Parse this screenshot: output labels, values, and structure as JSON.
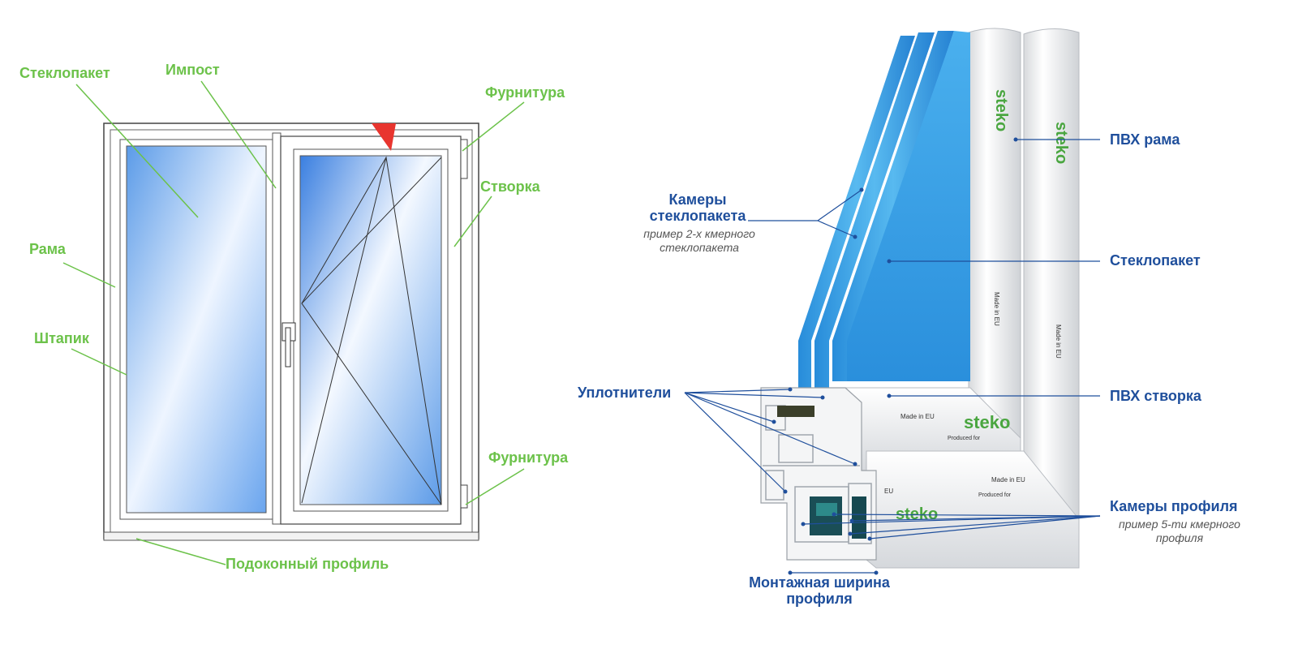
{
  "left_diagram": {
    "labels": {
      "glass_unit": "Стеклопакет",
      "mullion": "Импост",
      "hardware_top": "Фурнитура",
      "sash": "Створка",
      "frame": "Рама",
      "bead": "Штапик",
      "hardware_bottom": "Фурнитура",
      "sill_profile": "Подоконный профиль"
    },
    "label_color": "#6cc24a"
  },
  "right_diagram": {
    "labels": {
      "pvc_frame": "ПВХ рама",
      "glass_chambers_line1": "Камеры",
      "glass_chambers_line2": "стеклопакета",
      "glass_chambers_note_line1": "пример 2-х кмерного",
      "glass_chambers_note_line2": "стеклопакета",
      "glass_unit": "Стеклопакет",
      "seals": "Уплотнители",
      "pvc_sash": "ПВХ створка",
      "profile_chambers": "Камеры профиля",
      "profile_chambers_note_line1": "пример 5-ти кмерного",
      "profile_chambers_note_line2": "профиля",
      "mount_width_line1": "Монтажная ширина",
      "mount_width_line2": "профиля"
    },
    "label_color": "#1f4f9c",
    "profile_print": {
      "brand": "steko",
      "made_in": "Made in EU",
      "produced_for": "Produced for",
      "eu": "EU"
    }
  }
}
